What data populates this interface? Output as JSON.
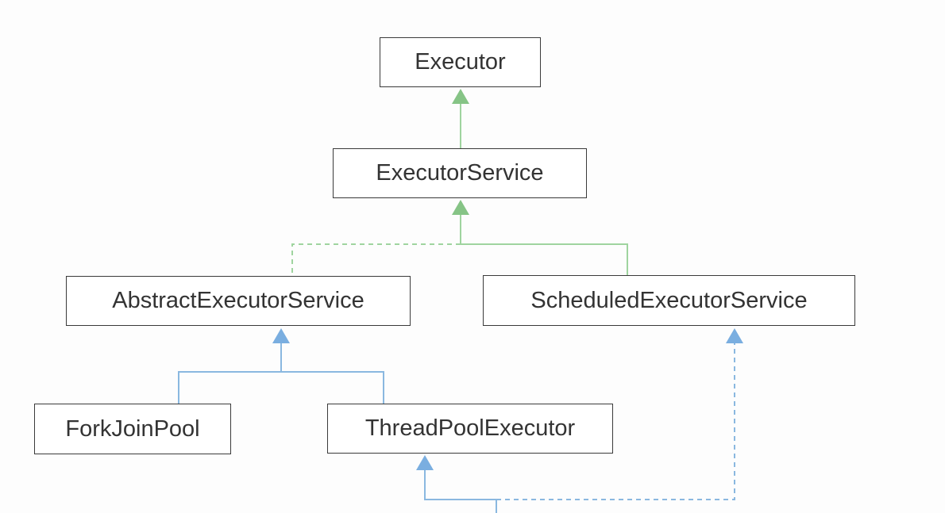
{
  "colors": {
    "green_line": "#9fd49f",
    "green_arrow": "#86c486",
    "blue_line": "#8ab8e0",
    "blue_arrow": "#7aaee0",
    "box_border": "#3a3a3a",
    "text": "#333333"
  },
  "nodes": {
    "executor": "Executor",
    "executor_service": "ExecutorService",
    "abstract_executor_service": "AbstractExecutorService",
    "scheduled_executor_service": "ScheduledExecutorService",
    "fork_join_pool": "ForkJoinPool",
    "thread_pool_executor": "ThreadPoolExecutor"
  },
  "edges": [
    {
      "from": "ExecutorService",
      "to": "Executor",
      "style": "solid",
      "color": "green"
    },
    {
      "from": "AbstractExecutorService",
      "to": "ExecutorService",
      "style": "dashed",
      "color": "green"
    },
    {
      "from": "ScheduledExecutorService",
      "to": "ExecutorService",
      "style": "solid",
      "color": "green"
    },
    {
      "from": "ForkJoinPool",
      "to": "AbstractExecutorService",
      "style": "solid",
      "color": "blue"
    },
    {
      "from": "ThreadPoolExecutor",
      "to": "AbstractExecutorService",
      "style": "solid",
      "color": "blue"
    },
    {
      "from": "(below)",
      "to": "ThreadPoolExecutor",
      "style": "solid",
      "color": "blue"
    },
    {
      "from": "(below)",
      "to": "ScheduledExecutorService",
      "style": "dashed",
      "color": "blue"
    }
  ]
}
